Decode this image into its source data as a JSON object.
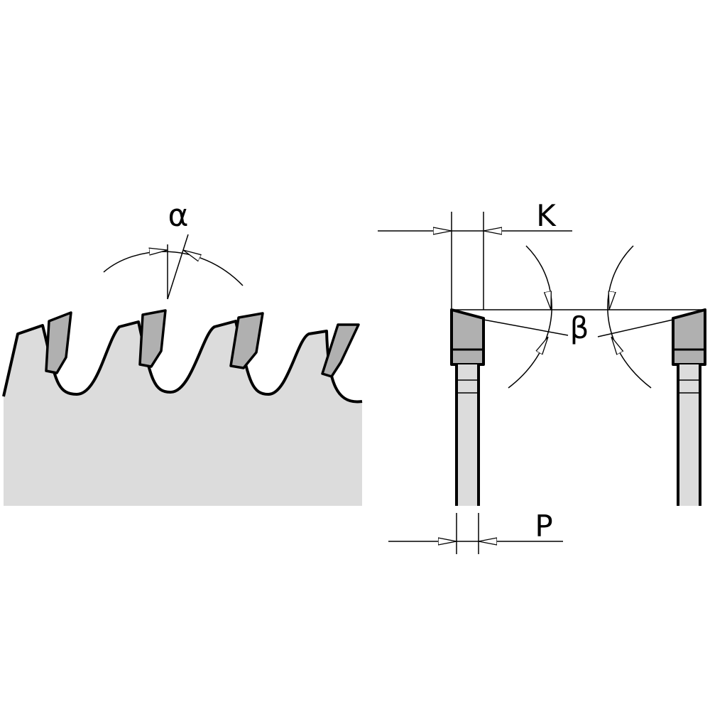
{
  "labels": {
    "alpha": "α",
    "k": "K",
    "beta": "β",
    "p": "P"
  },
  "colors": {
    "line": "#000000",
    "blade_fill": "#dcdcdc",
    "tooth_fill": "#b0b0b0",
    "background": "#ffffff"
  }
}
